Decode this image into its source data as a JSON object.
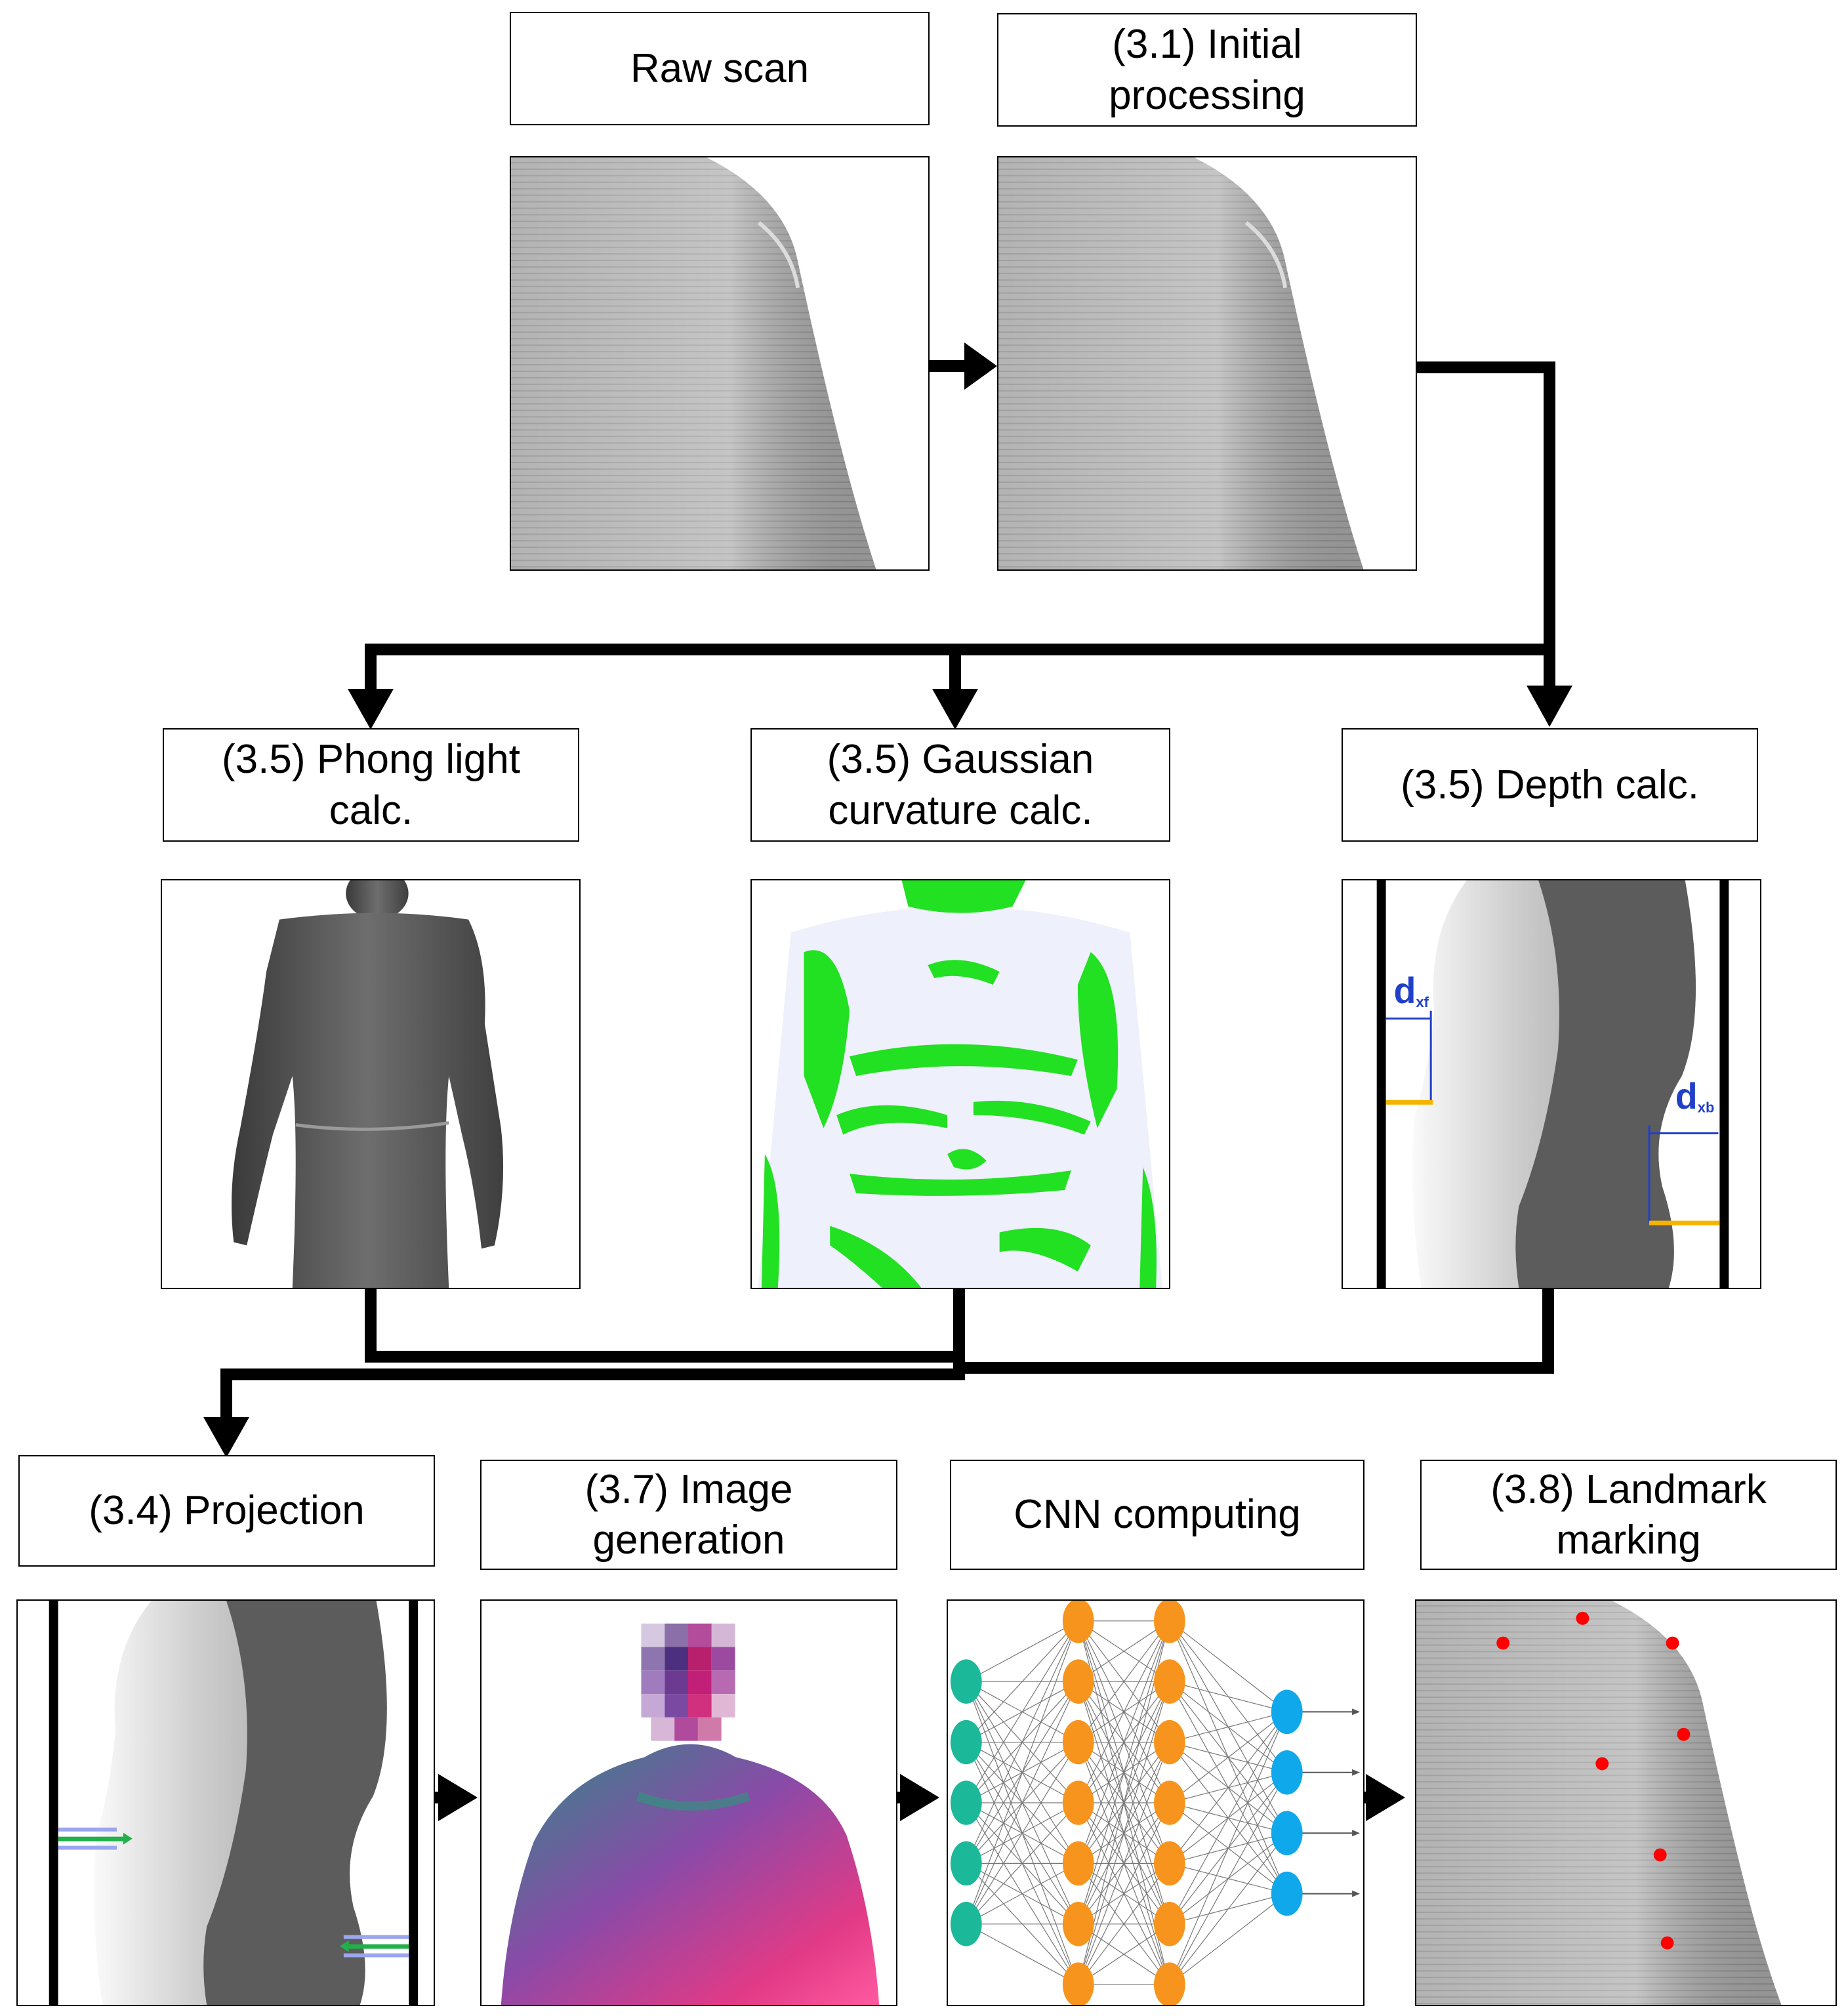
{
  "steps": {
    "raw_scan": "Raw scan",
    "initial_processing": "(3.1) Initial\nprocessing",
    "phong": "(3.5) Phong light\ncalc.",
    "gaussian": "(3.5) Gaussian\ncurvature calc.",
    "depth": "(3.5) Depth calc.",
    "projection": "(3.4) Projection",
    "image_generation": "(3.7) Image\ngeneration",
    "cnn": "CNN computing",
    "landmark": "(3.8) Landmark\nmarking"
  },
  "depth_annotations": {
    "front": "d",
    "front_sub": "xf",
    "back": "d",
    "back_sub": "xb"
  },
  "colors": {
    "scan_gray": "#a9a9a9",
    "curvature_green": "#22e022",
    "depth_blue": "#2040c8",
    "depth_marker": "#f5b400",
    "cnn_input": "#1bb89a",
    "cnn_hidden": "#f7941d",
    "cnn_output": "#0fa8ea",
    "landmark_red": "#ff0000"
  },
  "cnn_layers": [
    5,
    7,
    7,
    4
  ]
}
